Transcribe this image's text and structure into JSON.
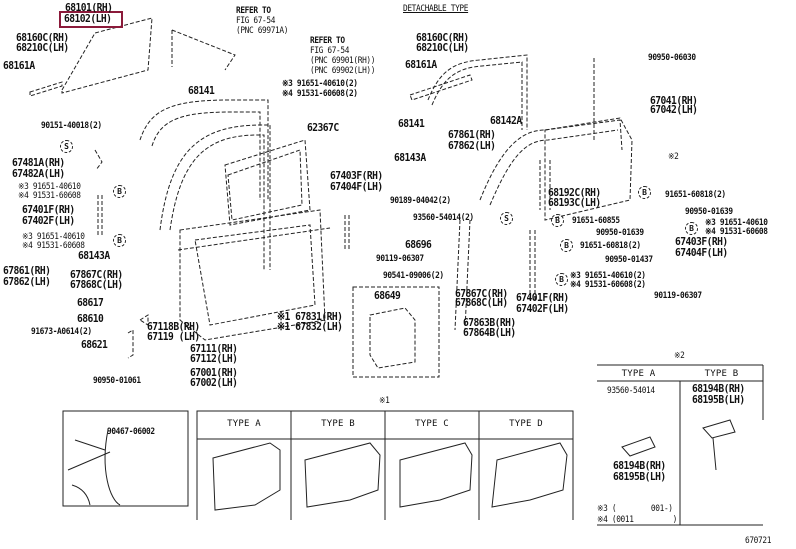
{
  "diagram": {
    "highlight_color": "#8b1a3a",
    "figure_number": "670721",
    "headers": {
      "detachable_type": "DETACHABLE TYPE",
      "note1": "※1",
      "note2": "※2"
    },
    "left_labels": {
      "p68101": "68101(RH)",
      "p68102": "68102(LH)",
      "p68160c": "68160C(RH)",
      "p68210c": "68210C(LH)",
      "p68161a": "68161A",
      "p68141": "68141",
      "refer1_a": "REFER TO",
      "refer1_b": "FIG 67-54",
      "refer1_c": "(PNC 69971A)",
      "refer2_a": "REFER TO",
      "refer2_b": "FIG 67-54",
      "refer2_c": "(PNC 69901(RH))",
      "refer2_d": "(PNC 69902(LH))",
      "bolt3": "※3 91651-40610(2)",
      "bolt4": "※4 91531-60608(2)",
      "p90151": "90151-40018(2)",
      "p67481a": "67481A(RH)",
      "p67482a": "67482A(LH)",
      "l_bolt3a": "※3 91651-40610",
      "l_bolt4a": "※4 91531-60608",
      "p67401f": "67401F(RH)",
      "p67402f": "67402F(LH)",
      "l_bolt3b": "※3 91651-40610",
      "l_bolt4b": "※4 91531-60608",
      "p68143a": "68143A",
      "p67861": "67861(RH)",
      "p67862": "67862(LH)",
      "p67867c": "67867C(RH)",
      "p67868c": "67868C(LH)",
      "p68617": "68617",
      "p68610": "68610",
      "p91673": "91673-A0614(2)",
      "p68621": "68621",
      "p67118b": "67118B(RH)",
      "p67119": "67119 (LH)",
      "p67111": "67111(RH)",
      "p67112": "67112(LH)",
      "p67001": "67001(RH)",
      "p67002": "67002(LH)",
      "p90950_01061": "90950-01061",
      "p62367c": "62367C",
      "p67403f": "67403F(RH)",
      "p67404f": "67404F(LH)",
      "p90119": "90119-06307",
      "p90541": "90541-09006(2)",
      "p67831": "※1 67831(RH)",
      "p67832": "※1 67832(LH)",
      "p68649": "68649",
      "p90467": "90467-06002"
    },
    "right_labels": {
      "p68160c": "68160C(RH)",
      "p68210c": "68210C(LH)",
      "p68161a": "68161A",
      "p68141": "68141",
      "p68142a": "68142A",
      "p67861": "67861(RH)",
      "p67862": "67862(LH)",
      "p68143a": "68143A",
      "p90950_06030": "90950-06030",
      "p67041": "67041(RH)",
      "p67042": "67042(LH)",
      "note2": "※2",
      "p90189": "90189-04042(2)",
      "p93560": "93560-54014(2)",
      "p68192c": "68192C(RH)",
      "p68193c": "68193C(LH)",
      "p91651_60818a": "91651-60818(2)",
      "p90950_01639a": "90950-01639",
      "p91651_60855": "91651-60855",
      "p90950_01639b": "90950-01639",
      "r_bolt3a": "※3 91651-40610",
      "r_bolt4a": "※4 91531-60608",
      "p68696": "68696",
      "p91651_60818b": "91651-60818(2)",
      "p67403f": "67403F(RH)",
      "p67404f": "67404F(LH)",
      "p90950_01437": "90950-01437",
      "r_bolt3b": "※3 91651-40610(2)",
      "r_bolt4b": "※4 91531-60608(2)",
      "p90119": "90119-06307",
      "p67867c": "67867C(RH)",
      "p67868c": "67868C(LH)",
      "p67401f": "67401F(RH)",
      "p67402f": "67402F(LH)",
      "p67863b": "67863B(RH)",
      "p67864b": "67864B(LH)"
    },
    "trim_table": {
      "types": [
        "TYPE A",
        "TYPE B",
        "TYPE C",
        "TYPE D"
      ]
    },
    "clip_table": {
      "type_a": "TYPE A",
      "type_b": "TYPE B",
      "a_part": "93560-54014",
      "a_p1": "68194B(RH)",
      "a_p2": "68195B(LH)",
      "b_p1": "68194B(RH)",
      "b_p2": "68195B(LH)"
    },
    "footnotes": {
      "n3": "※3 (        001-)",
      "n4": "※4 (0011         )"
    },
    "callout_symbols": {
      "b": "B",
      "s": "S"
    }
  }
}
